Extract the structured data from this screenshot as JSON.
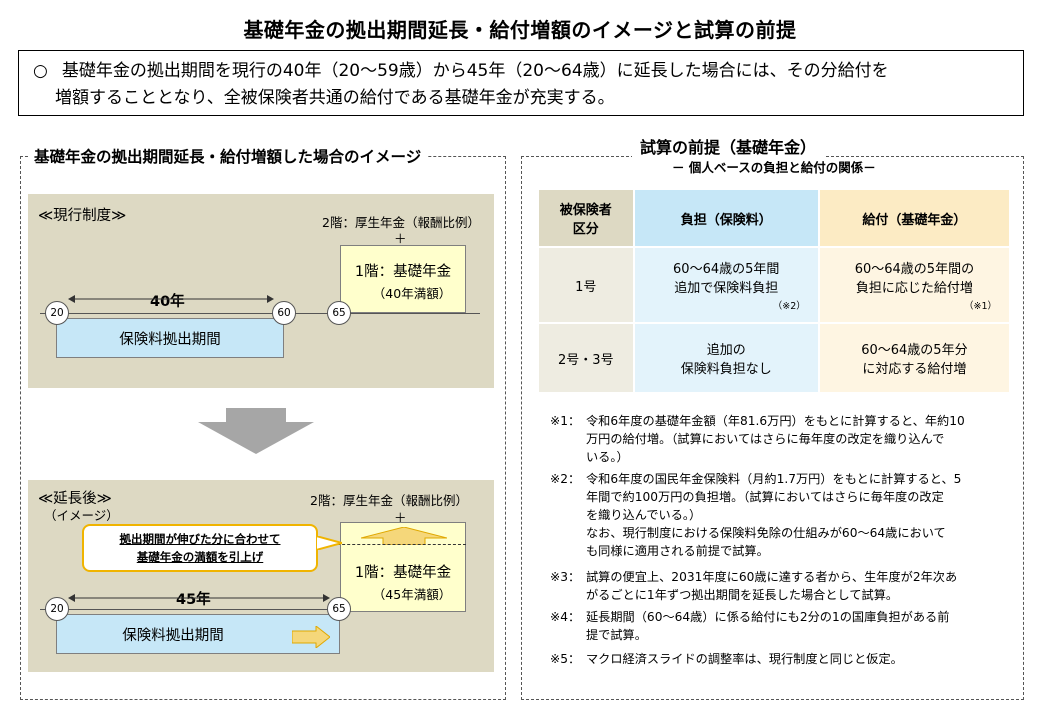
{
  "title": "基礎年金の拠出期間延長・給付増額のイメージと試算の前提",
  "intro": {
    "bullet": "○",
    "line1": "基礎年金の拠出期間を現行の40年（20～59歳）から45年（20～64歳）に延長した場合には、その分給付を",
    "line2": "増額することとなり、全被保険者共通の給付である基礎年金が充実する。"
  },
  "left": {
    "title": "基礎年金の拠出期間延長・給付増額した場合のイメージ",
    "current": {
      "label": "≪現行制度≫",
      "tier2": "2階：厚生年金（報酬比例）",
      "plus": "＋",
      "tier1_name": "1階：基礎年金",
      "tier1_sub": "（40年満額）",
      "years": "40年",
      "age_start": "20",
      "age_mid": "60",
      "age_end": "65",
      "period": "保険料拠出期間"
    },
    "after": {
      "label": "≪延長後≫",
      "sublabel": "（イメージ）",
      "tier2": "2階：厚生年金（報酬比例）",
      "plus": "＋",
      "tier1_name": "1階：基礎年金",
      "tier1_sub": "（45年満額）",
      "callout_line1": "拠出期間が伸びた分に合わせて",
      "callout_line2": "基礎年金の満額を引上げ",
      "years": "45年",
      "age_start": "20",
      "age_end": "65",
      "period": "保険料拠出期間"
    }
  },
  "right": {
    "title": "試算の前提（基礎年金）",
    "subtitle": "－ 個人ベースの負担と給付の関係－",
    "table": {
      "headers": [
        "被保険者\n区分",
        "負担（保険料）",
        "給付（基礎年金）"
      ],
      "rows": [
        {
          "category": "1号",
          "burden_line1": "60～64歳の5年間",
          "burden_line2": "追加で保険料負担",
          "burden_note": "（※2）",
          "benefit_line1": "60～64歳の5年間の",
          "benefit_line2": "負担に応じた給付増",
          "benefit_note": "（※1）"
        },
        {
          "category": "2号・3号",
          "burden_line1": "追加の",
          "burden_line2": "保険料負担なし",
          "benefit_line1": "60～64歳の5年分",
          "benefit_line2": "に対応する給付増"
        }
      ]
    },
    "notes": [
      {
        "key": "※1：",
        "lines": [
          "令和6年度の基礎年金額（年81.6万円）をもとに計算すると、年約10",
          "万円の給付増。（試算においてはさらに毎年度の改定を織り込んで",
          "いる。）"
        ]
      },
      {
        "key": "※2：",
        "lines": [
          "令和6年度の国民年金保険料（月約1.7万円）をもとに計算すると、5",
          "年間で約100万円の負担増。（試算においてはさらに毎年度の改定",
          "を織り込んでいる。）",
          "なお、現行制度における保険料免除の仕組みが60～64歳において",
          "も同様に適用される前提で試算。"
        ]
      },
      {
        "key": "※3：",
        "lines": [
          "試算の便宜上、2031年度に60歳に達する者から、生年度が2年次あ",
          "がるごとに1年ずつ拠出期間を延長した場合として試算。"
        ]
      },
      {
        "key": "※4：",
        "lines": [
          "延長期間（60～64歳）に係る給付にも2分の1の国庫負担がある前",
          "提で試算。"
        ]
      },
      {
        "key": "※5：",
        "lines": [
          "マクロ経済スライドの調整率は、現行制度と同じと仮定。"
        ]
      }
    ]
  }
}
